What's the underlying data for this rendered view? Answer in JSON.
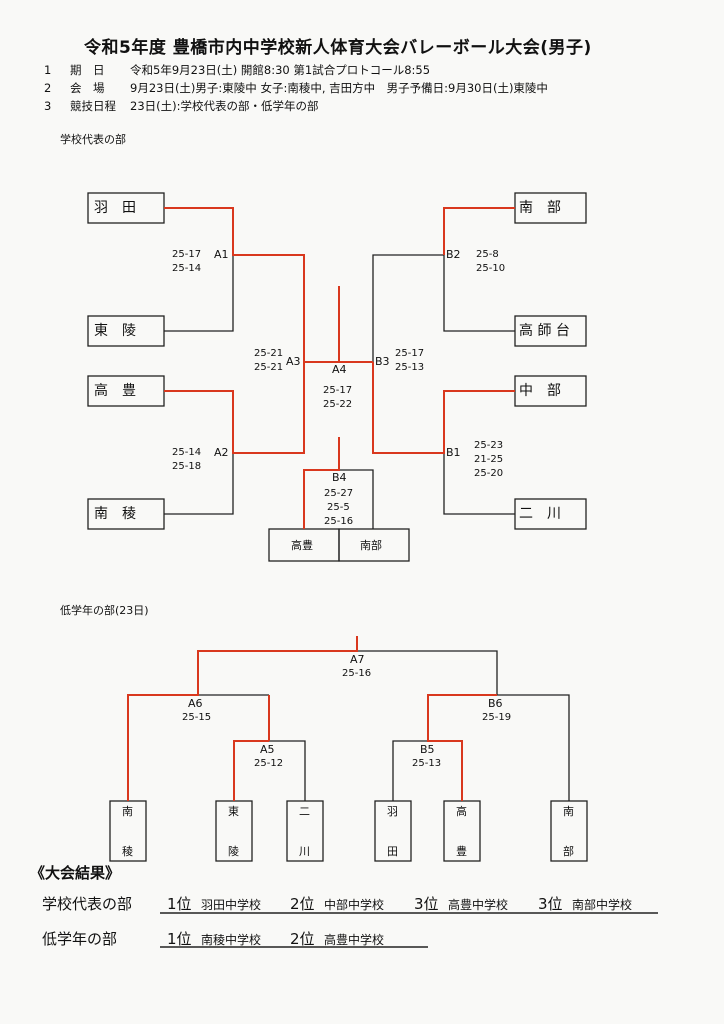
{
  "title": "令和5年度 豊橋市内中学校新人体育大会バレーボール大会(男子)",
  "info": [
    {
      "no": "1",
      "label": "期　日",
      "text": "令和5年9月23日(土) 開館8:30 第1試合プロトコール8:55"
    },
    {
      "no": "2",
      "label": "会　場",
      "text": "9月23日(土)男子:東陵中 女子:南稜中, 吉田方中　男子予備日:9月30日(土)東陵中"
    },
    {
      "no": "3",
      "label": "競技日程",
      "text": "23日(土):学校代表の部・低学年の部"
    }
  ],
  "section1": "学校代表の部",
  "section2": "低学年の部(23日)",
  "school": {
    "teams": {
      "haneda": "羽　田",
      "toryo": "東　陵",
      "takatoyo": "高　豊",
      "nanryo": "南　稜",
      "nanbu": "南　部",
      "takashidai": "高 師 台",
      "chubu": "中　部",
      "futagawa": "二　川"
    },
    "matches": {
      "A1": {
        "label": "A1",
        "scores": [
          "25-17",
          "25-14"
        ]
      },
      "A2": {
        "label": "A2",
        "scores": [
          "25-14",
          "25-18"
        ]
      },
      "A3": {
        "label": "A3",
        "scores": [
          "25-21",
          "25-21"
        ]
      },
      "A4": {
        "label": "A4",
        "scores": [
          "25-17",
          "25-22"
        ]
      },
      "B1": {
        "label": "B1",
        "scores": [
          "25-23",
          "21-25",
          "25-20"
        ]
      },
      "B2": {
        "label": "B2",
        "scores": [
          "25-8",
          "25-10"
        ]
      },
      "B3": {
        "label": "B3",
        "scores": [
          "25-17",
          "25-13"
        ]
      },
      "B4": {
        "label": "B4",
        "scores": [
          "25-27",
          "25-5",
          "25-16"
        ]
      }
    },
    "third_place": [
      "高豊",
      "南部"
    ]
  },
  "junior": {
    "teams": [
      {
        "top": "南",
        "bottom": "稜"
      },
      {
        "top": "東",
        "bottom": "陵"
      },
      {
        "top": "二",
        "bottom": "川"
      },
      {
        "top": "羽",
        "bottom": "田"
      },
      {
        "top": "高",
        "bottom": "豊"
      },
      {
        "top": "南",
        "bottom": "部"
      }
    ],
    "matches": {
      "A5": {
        "label": "A5",
        "score": "25-12"
      },
      "A6": {
        "label": "A6",
        "score": "25-15"
      },
      "A7": {
        "label": "A7",
        "score": "25-16"
      },
      "B5": {
        "label": "B5",
        "score": "25-13"
      },
      "B6": {
        "label": "B6",
        "score": "25-19"
      }
    }
  },
  "results": {
    "heading": "《大会結果》",
    "school": {
      "label": "学校代表の部",
      "ranks": [
        {
          "rank": "1位",
          "name": "羽田中学校"
        },
        {
          "rank": "2位",
          "name": "中部中学校"
        },
        {
          "rank": "3位",
          "name": "高豊中学校"
        },
        {
          "rank": "3位",
          "name": "南部中学校"
        }
      ]
    },
    "junior": {
      "label": "低学年の部",
      "ranks": [
        {
          "rank": "1位",
          "name": "南稜中学校"
        },
        {
          "rank": "2位",
          "name": "高豊中学校"
        }
      ]
    }
  },
  "colors": {
    "winner_line": "#d9381e",
    "line": "#222222"
  }
}
